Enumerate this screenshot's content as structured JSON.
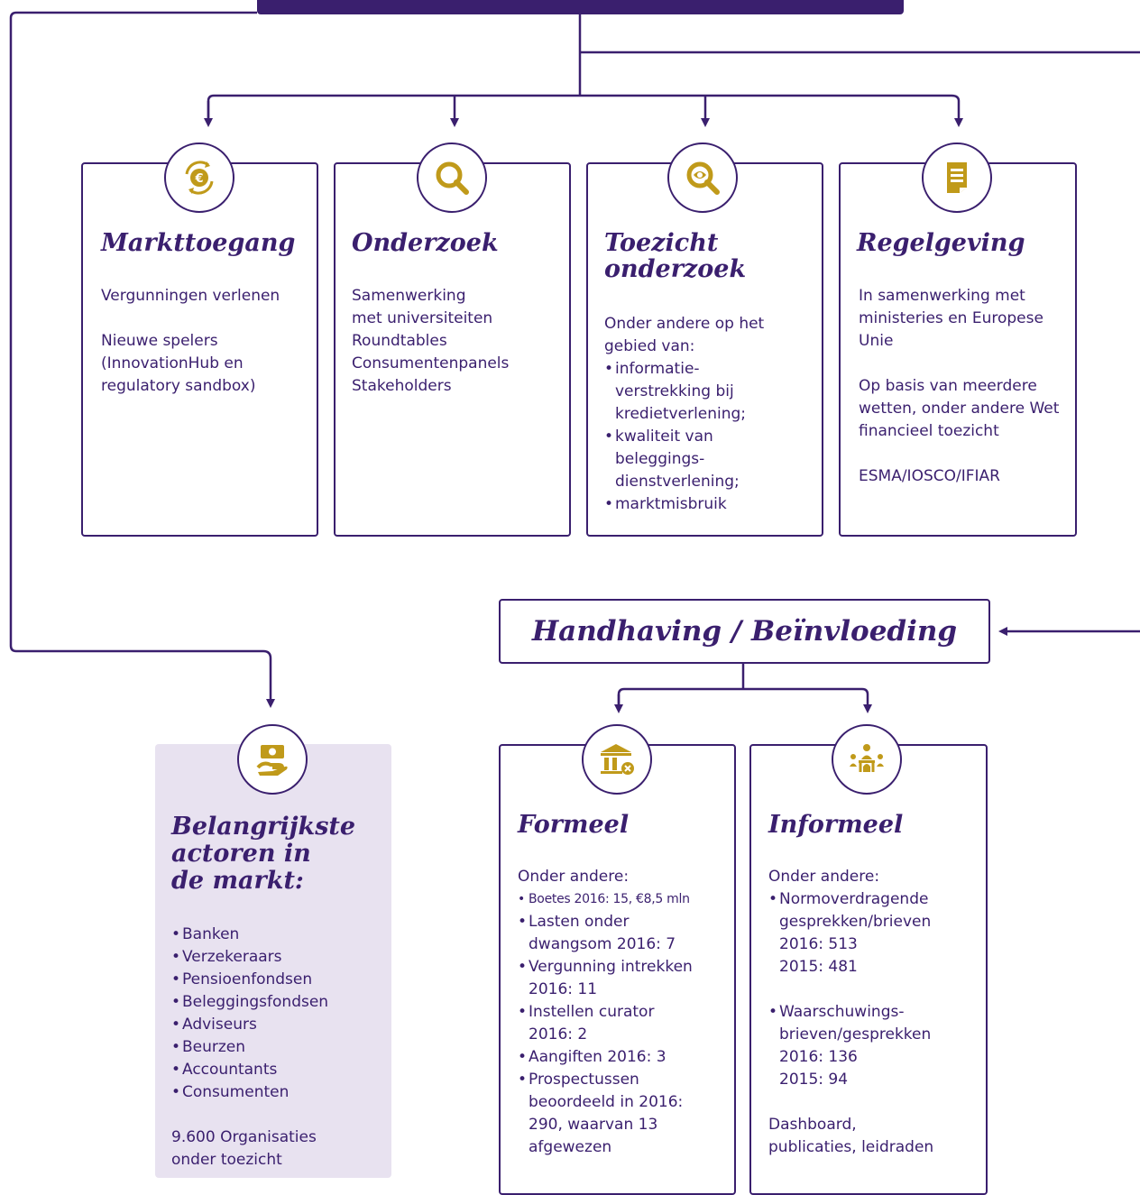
{
  "colors": {
    "line": "#3a1f6e",
    "icon_gold": "#c09a1a",
    "actors_bg": "#e8e2f0"
  },
  "cards": {
    "markttoegang": {
      "icon": "euro-cycle-icon",
      "title": "Markttoegang",
      "p1": "Vergunningen verlenen",
      "p2": "Nieuwe spelers (InnovationHub en regulatory sandbox)"
    },
    "onderzoek": {
      "icon": "magnifier-icon",
      "title": "Onderzoek",
      "p1": "Samenwerking",
      "p2": "met universiteiten",
      "p3": "Roundtables",
      "p4": "Consumentenpanels",
      "p5": "Stakeholders"
    },
    "toezicht": {
      "icon": "eye-magnifier-icon",
      "title_line1": "Toezicht",
      "title_line2": "onderzoek",
      "intro": "Onder andere op het gebied van:",
      "items": [
        "informatie-verstrekking bij kredietverlening;",
        "kwaliteit van beleggings-dienstverlening;",
        "marktmisbruik"
      ]
    },
    "regelgeving": {
      "icon": "document-icon",
      "title": "Regelgeving",
      "p1": "In samenwerking met ministeries en Europese Unie",
      "p2": "Op basis van meerdere wetten, onder andere Wet financieel toezicht",
      "p3": "ESMA/IOSCO/IFIAR"
    },
    "actoren": {
      "icon": "money-hand-icon",
      "title_line1": "Belangrijkste",
      "title_line2": "actoren in",
      "title_line3": "de markt:",
      "items": [
        "Banken",
        "Verzekeraars",
        "Pensioenfondsen",
        "Beleggingsfondsen",
        "Adviseurs",
        "Beurzen",
        "Accountants",
        "Consumenten"
      ],
      "footer": "9.600 Organisaties onder toezicht"
    },
    "formeel": {
      "icon": "bank-cross-icon",
      "title": "Formeel",
      "intro": "Onder andere:",
      "items": [
        "Boetes 2016: 15, €8,5 mln",
        "Lasten onder dwangsom 2016: 7",
        "Vergunning intrekken 2016: 11",
        "Instellen curator 2016: 2",
        "Aangiften 2016: 3",
        "Prospectussen beoordeeld in 2016: 290, waarvan 13 afgewezen"
      ]
    },
    "informeel": {
      "icon": "meeting-icon",
      "title": "Informeel",
      "intro": "Onder andere:",
      "item1_a": "Normoverdragende gesprekken/brieven",
      "item1_b": "2016: 513",
      "item1_c": "2015: 481",
      "item2_a": "Waarschuwings-brieven/gesprekken",
      "item2_b": "2016: 136",
      "item2_c": "2015: 94",
      "footer": "Dashboard, publicaties, leidraden"
    }
  },
  "handhaving": {
    "title": "Handhaving / Beïnvloeding"
  }
}
